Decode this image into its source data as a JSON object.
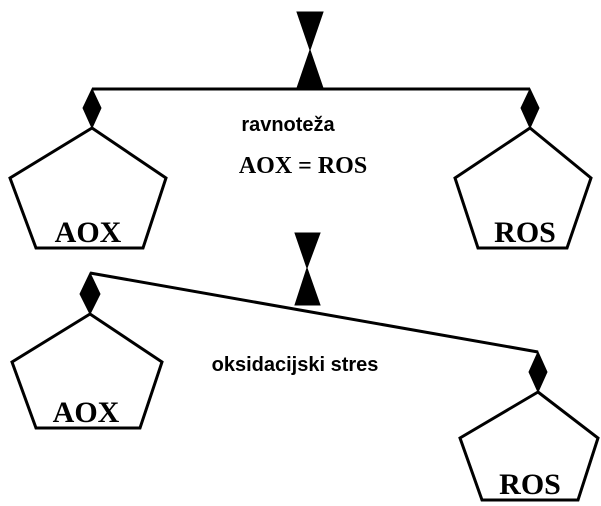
{
  "balanced_state": {
    "caption": "ravnoteža",
    "equation": "AOX = ROS",
    "left_weight_label": "AOX",
    "right_weight_label": "ROS"
  },
  "stress_state": {
    "caption": "oksidacijski stres",
    "left_weight_label": "AOX",
    "right_weight_label": "ROS"
  },
  "colors": {
    "ink": "#000000",
    "background": "#ffffff"
  }
}
